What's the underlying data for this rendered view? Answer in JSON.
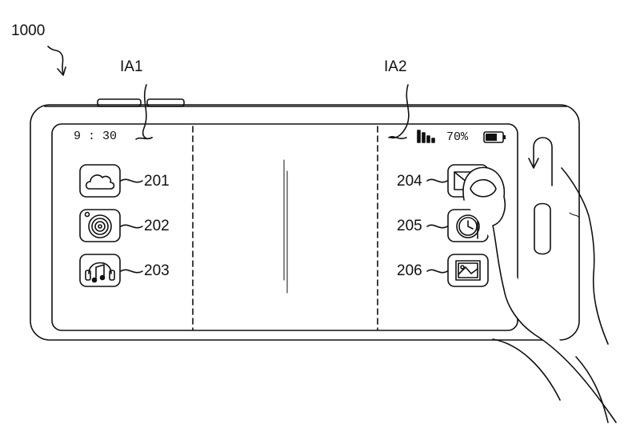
{
  "figure": {
    "label": "1000"
  },
  "areas": {
    "left": "IA1",
    "right": "IA2"
  },
  "status_bar": {
    "time": "9 : 30",
    "battery_percent": "70%",
    "signal_icon": "signal-bars-icon",
    "battery_icon": "battery-icon"
  },
  "apps": [
    {
      "ref": "201",
      "icon": "cloud-icon"
    },
    {
      "ref": "202",
      "icon": "camera-lens-icon"
    },
    {
      "ref": "203",
      "icon": "headphones-music-icon"
    },
    {
      "ref": "204",
      "icon": "mail-icon"
    },
    {
      "ref": "205",
      "icon": "clock-icon"
    },
    {
      "ref": "206",
      "icon": "picture-icon"
    }
  ],
  "gesture": {
    "icon": "rotate-arrow-icon"
  }
}
